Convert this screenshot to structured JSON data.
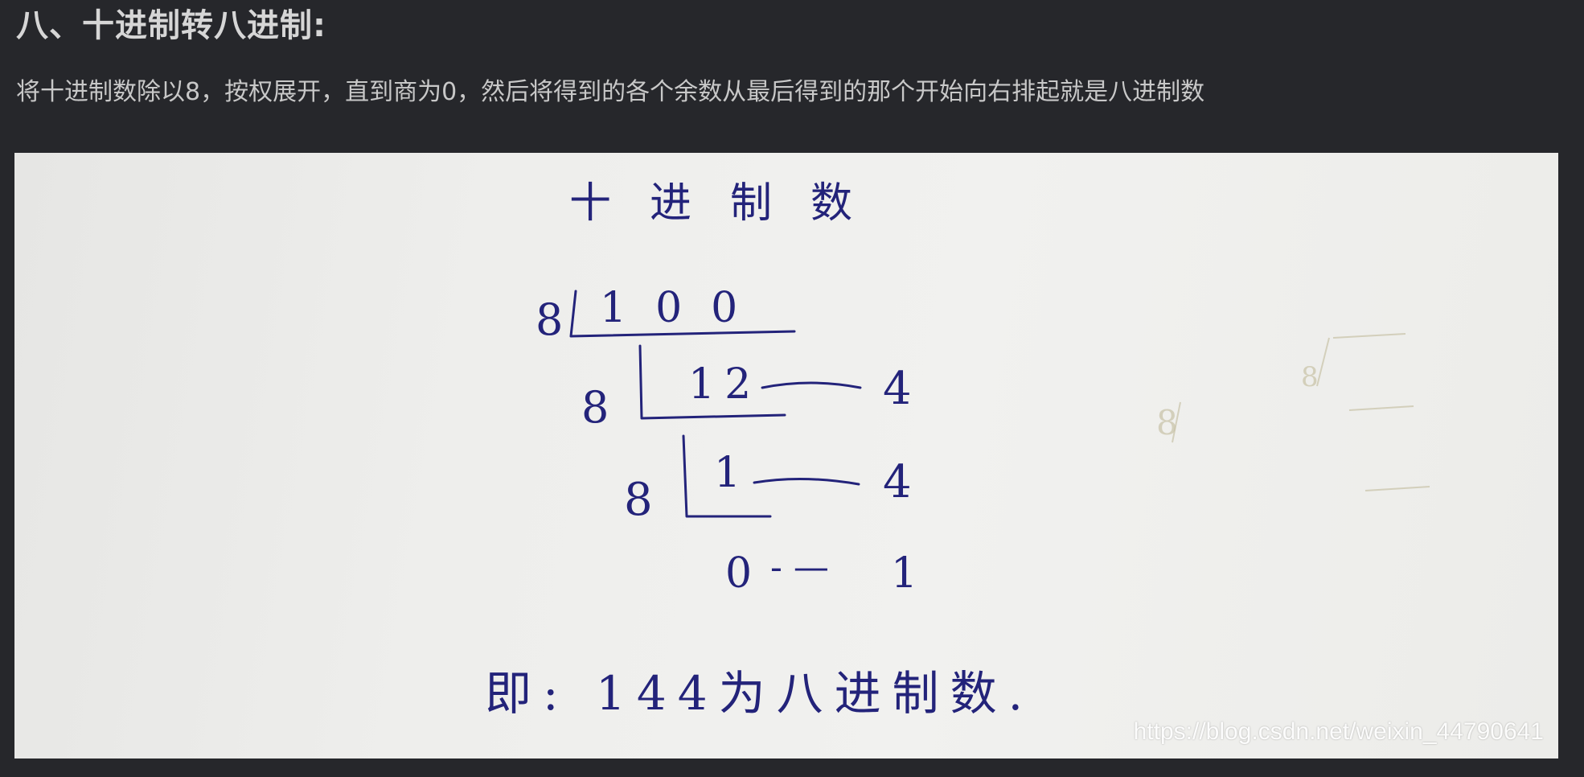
{
  "section": {
    "heading": "八、十进制转八进制:",
    "paragraph": "将十进制数除以8，按权展开，直到商为0，然后将得到的各个余数从最后得到的那个开始向右排起就是八进制数"
  },
  "figure": {
    "title": "十进制数",
    "divisor": "8",
    "dividend": "100",
    "quotient_1": "12",
    "quotient_2": "1",
    "quotient_3": "0",
    "remainder_1": "4",
    "remainder_2": "4",
    "remainder_3": "1",
    "dashes": "- —",
    "conclusion": "即: 144为八进制数.",
    "watermark": "https://blog.csdn.net/weixin_44790641"
  },
  "colors": {
    "background": "#26272b",
    "ink": "#23237a",
    "paper": "#eeeeec"
  }
}
